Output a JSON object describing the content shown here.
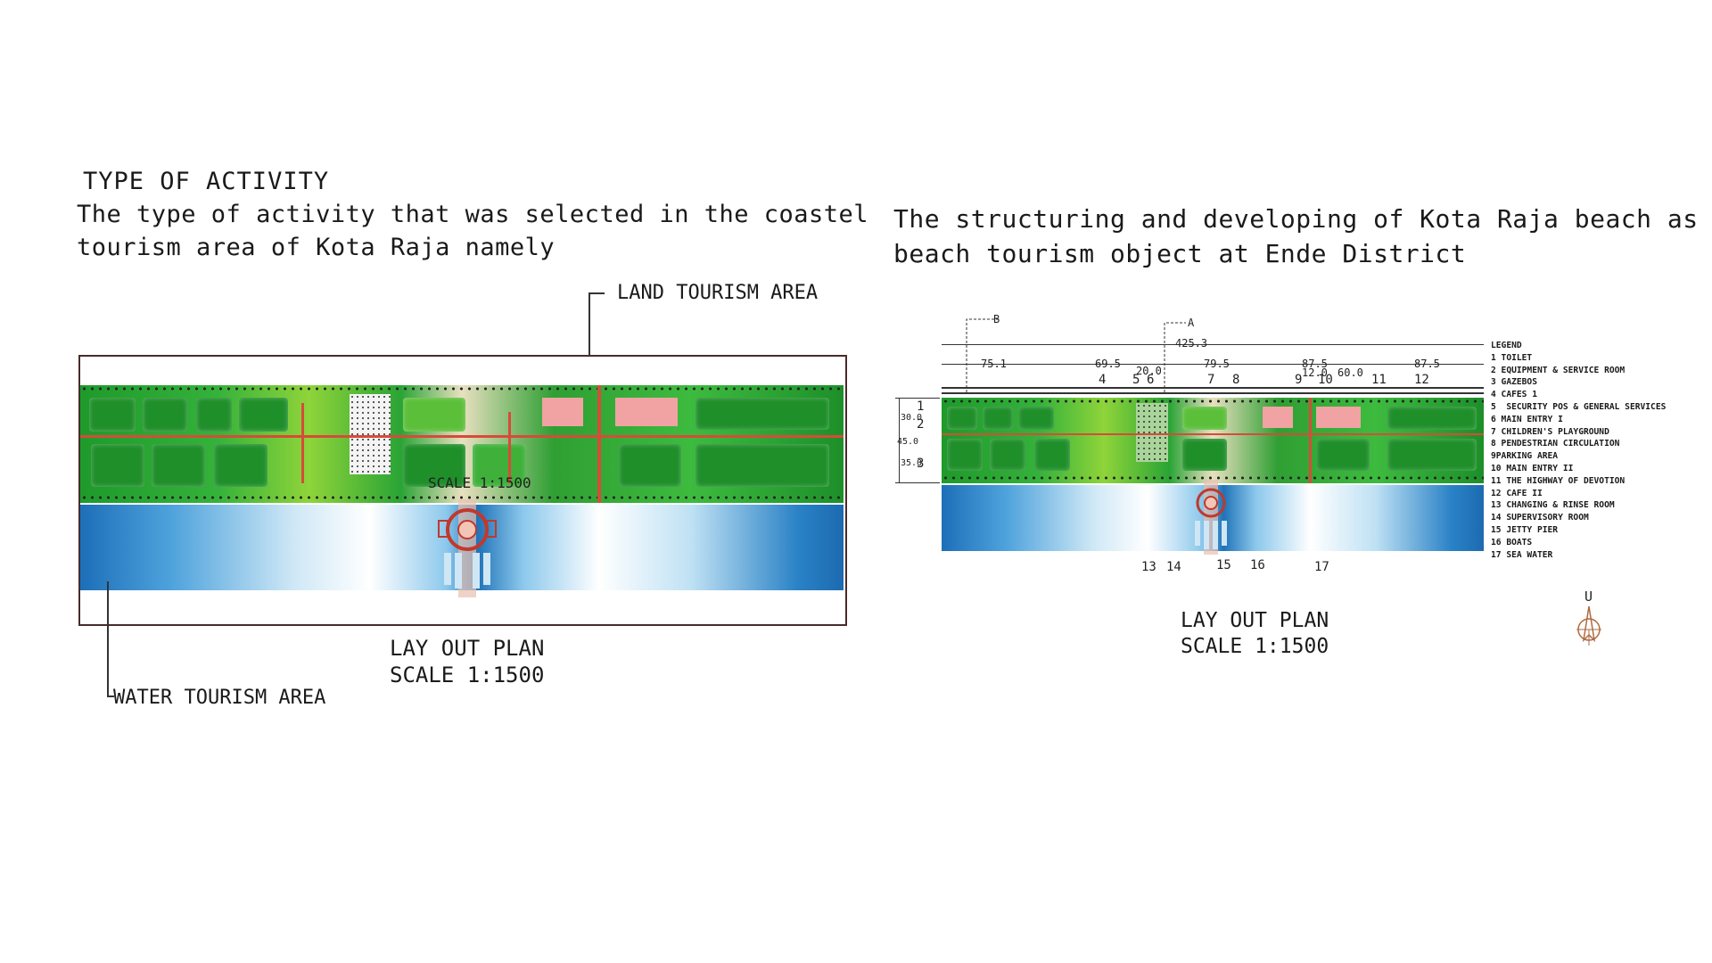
{
  "left_panel": {
    "heading": "TYPE OF ACTIVITY",
    "description_line1": "The type of activity that was selected in the coastel",
    "description_line2": "tourism area of Kota Raja namely",
    "land_label": "LAND TOURISM AREA",
    "water_label": "WATER TOURISM AREA",
    "plan_title": "LAY OUT PLAN",
    "plan_scale": "SCALE 1:1500",
    "inner_scale_text": "SCALE 1:1500"
  },
  "right_panel": {
    "description_line1": "The structuring and developing of Kota Raja beach as",
    "description_line2": "beach tourism object at Ende District",
    "plan_title": "LAY OUT PLAN",
    "plan_scale": "SCALE 1:1500",
    "section_markers": [
      "B",
      "A"
    ],
    "dimensions": [
      "425.3",
      "75.1",
      "69.5",
      "20.0",
      "79.5",
      "87.5",
      "12.0",
      "60.0",
      "87.5"
    ],
    "side_dimensions": [
      "30.0",
      "45.0",
      "35.0"
    ],
    "callouts_top": [
      "4",
      "5",
      "6",
      "7",
      "8",
      "9",
      "10",
      "11",
      "12"
    ],
    "callouts_side": [
      "1",
      "2",
      "3"
    ],
    "callouts_bottom": [
      "13",
      "14",
      "15",
      "16",
      "17"
    ],
    "north_label": "U",
    "legend_title": "LEGEND",
    "legend": [
      "1 TOILET",
      "2 EQUIPMENT & SERVICE ROOM",
      "3 GAZEBOS",
      "4 CAFES 1",
      "5  SECURITY POS & GENERAL SERVICES",
      "6 MAIN ENTRY I",
      "7 CHILDREN'S PLAYGROUND",
      "8 PENDESTRIAN CIRCULATION",
      "9PARKING AREA",
      "10 MAIN ENTRY II",
      "11 THE HIGHWAY OF DEVOTION",
      "12 CAFE II",
      "13 CHANGING & RINSE ROOM",
      "14 SUPERVISORY ROOM",
      "15 JETTY PIER",
      "16 BOATS",
      "17 SEA WATER"
    ]
  },
  "colors": {
    "land_green": "#1f8f2a",
    "path_pink": "#f1a3a3",
    "water_blue": "#1f73b8",
    "frame": "#4a2a2a"
  }
}
